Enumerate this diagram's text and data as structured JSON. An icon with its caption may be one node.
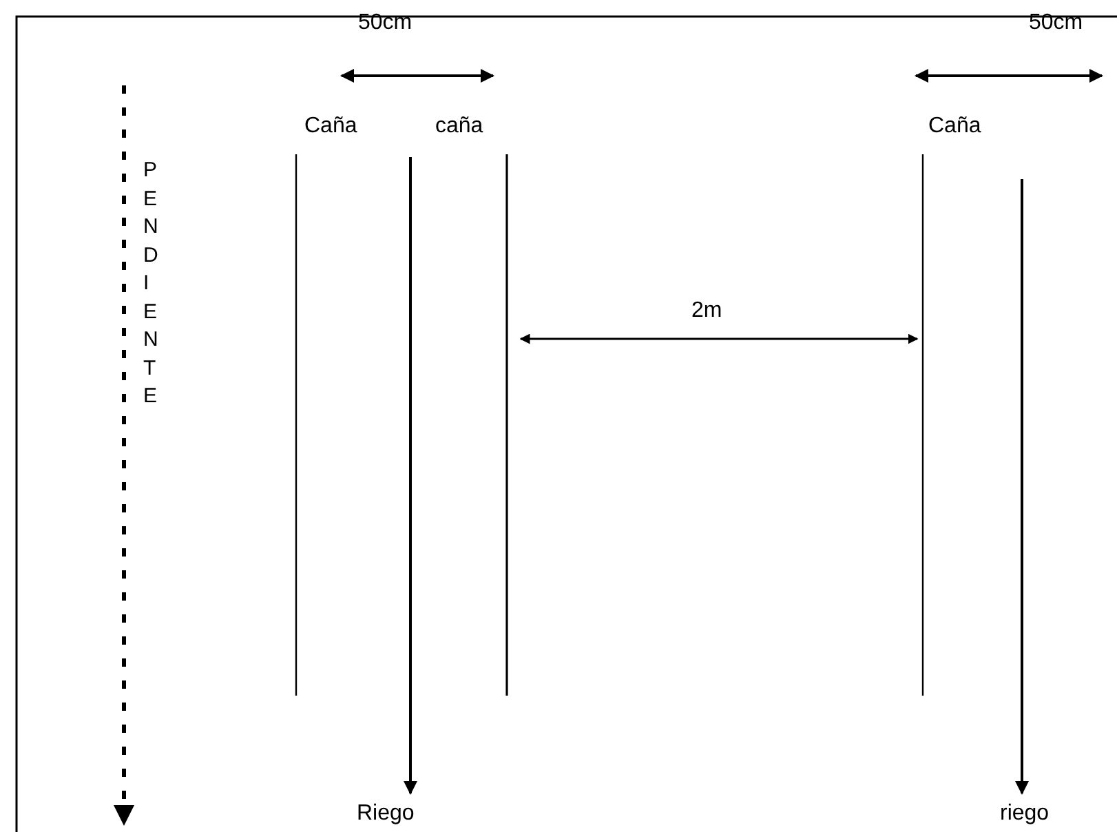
{
  "diagram": {
    "labels": [
      "50cm",
      "50cm",
      "Caña",
      "caña",
      "Caña",
      "PENDIENTE",
      "2m",
      "Riego",
      "riego"
    ]
  }
}
